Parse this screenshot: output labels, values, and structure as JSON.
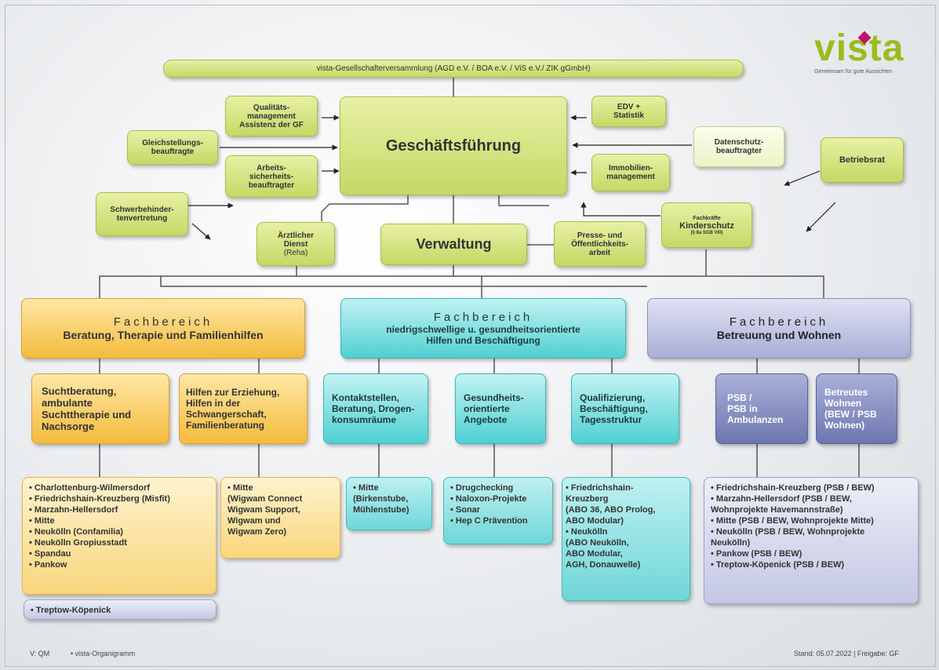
{
  "logo": {
    "word": "vista",
    "tagline": "Gemeinsam für gute Aussichten"
  },
  "top_bar": "vista-Gesellschafterversammlung  (AGD e.V. / BOA e.V. / ViS e.V./ ZIK gGmbH)",
  "management": {
    "gf": "Geschäftsführung",
    "qm": "Qualitäts-\nmanagement\nAssistenz der GF",
    "gleich": "Gleichstellungs-\nbeauftragte",
    "arbeit": "Arbeits-\nsicherheits-\nbeauftragter",
    "schwer": "Schwerbehinder-\ntenvertretung",
    "edv": "EDV +\nStatistik",
    "daten": "Datenschutz-\nbeauftragter",
    "immo": "Immobilien-\nmanagement",
    "betrieb": "Betriebsrat",
    "kinder_top": "Fachkräfte",
    "kinder_main": "Kinderschutz",
    "kinder_sub": "(§ 8a SGB VIII)",
    "arzt": "Ärztlicher\nDienst",
    "arzt_sub": "(Reha)",
    "verwaltung": "Verwaltung",
    "presse": "Presse- und\nÖffentlichkeits-\narbeit"
  },
  "fachbereich_label": "Fachbereich",
  "fachbereiche": [
    {
      "title": "Beratung, Therapie und Familienhilfen"
    },
    {
      "title": "niedrigschwellige u. gesundheitsorientierte\nHilfen und Beschäftigung"
    },
    {
      "title": "Betreuung und Wohnen"
    }
  ],
  "sub_areas": {
    "sucht": "Suchtberatung,\nambulante\nSuchttherapie und\nNachsorge",
    "hilfen": "Hilfen zur Erziehung,\nHilfen in der\nSchwangerschaft,\nFamilienberatung",
    "kontakt": "Kontaktstellen,\nBeratung, Drogen-\nkonsumräume",
    "gesund": "Gesundheits-\norientierte\nAngebote",
    "quali": "Qualifizierung,\nBeschäftigung,\nTagesstruktur",
    "psb": "PSB /\nPSB in\nAmbulanzen",
    "betreut": "Betreutes\nWohnen\n(BEW / PSB\nWohnen)"
  },
  "lists": {
    "sucht": [
      "• Charlottenburg-Wilmersdorf",
      "• Friedrichshain-Kreuzberg (Misfit)",
      "• Marzahn-Hellersdorf",
      "• Mitte",
      "• Neukölln (Confamilia)",
      "• Neukölln Gropiusstadt",
      "• Spandau",
      "• Pankow"
    ],
    "treptow": "• Treptow-Köpenick",
    "hilfen": [
      "• Mitte\n  (Wigwam Connect\n  Wigwam Support,\n  Wigwam und\n  Wigwam Zero)"
    ],
    "kontakt": [
      "• Mitte\n  (Birkenstube,\n  Mühlenstube)"
    ],
    "gesund": [
      "• Drugchecking",
      "• Naloxon-Projekte",
      "• Sonar",
      "• Hep C Prävention"
    ],
    "quali": [
      "• Friedrichshain-\n  Kreuzberg\n  (ABO 36, ABO Prolog,\n  ABO Modular)",
      "• Neukölln\n  (ABO Neukölln,\n  ABO Modular,\n  AGH, Donauwelle)"
    ],
    "wohnen": [
      "• Friedrichshain-Kreuzberg (PSB / BEW)",
      "• Marzahn-Hellersdorf (PSB / BEW,\n   Wohnprojekte Havemannstraße)",
      "• Mitte (PSB / BEW, Wohnprojekte Mitte)",
      "• Neukölln (PSB / BEW, Wohnprojekte\n   Neukölln)",
      "• Pankow (PSB / BEW)",
      "• Treptow-Köpenick (PSB / BEW)"
    ]
  },
  "footer": {
    "left": "V: QM",
    "middle": "• vista-Organigramm",
    "right": "Stand: 05.07.2022 | Freigabe: GF"
  }
}
